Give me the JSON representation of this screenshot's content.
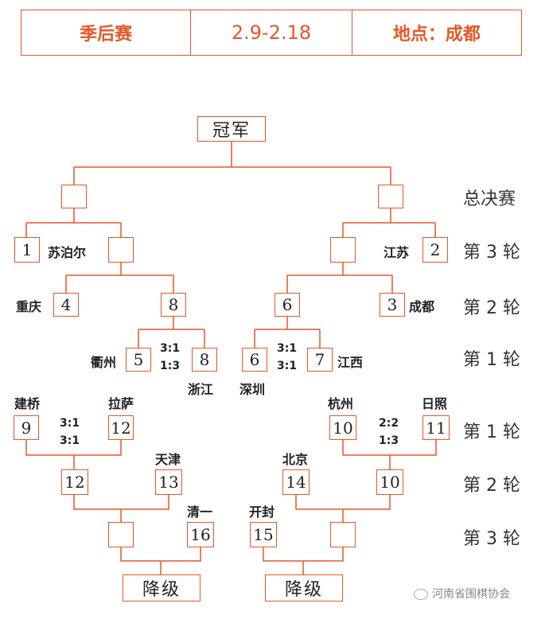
{
  "header": {
    "title": "季后赛",
    "dates": "2.9-2.18",
    "location": "地点：成都"
  },
  "rounds": {
    "final": "总决赛",
    "r3": "第 3 轮",
    "r2": "第 2 轮",
    "r1": "第 1 轮"
  },
  "bracket": {
    "champion": "冠军",
    "upper": {
      "left": {
        "r3_seed": "1",
        "r3_team": "苏泊尔",
        "r2_left_seed": "4",
        "r2_left_team": "重庆",
        "r2_right_seed": "8",
        "r1_left_seed": "5",
        "r1_left_team": "衢州",
        "r1_right_seed": "8",
        "r1_right_team": "浙江",
        "r1_score_1": "3:1",
        "r1_score_2": "1:3"
      },
      "right": {
        "r3_seed": "2",
        "r3_team": "江苏",
        "r2_left_seed": "6",
        "r2_right_seed": "3",
        "r2_right_team": "成都",
        "r1_left_seed": "6",
        "r1_left_team": "深圳",
        "r1_right_seed": "7",
        "r1_right_team": "江西",
        "r1_score_1": "3:1",
        "r1_score_2": "3:1"
      }
    },
    "lower": {
      "left": {
        "r1_left_seed": "9",
        "r1_left_team": "建桥",
        "r1_right_seed": "12",
        "r1_right_team": "拉萨",
        "r1_score_1": "3:1",
        "r1_score_2": "3:1",
        "r2_left_seed": "12",
        "r2_right_seed": "13",
        "r2_right_team": "天津",
        "r3_seed": "16",
        "r3_team": "清一",
        "relegation": "降级"
      },
      "right": {
        "r1_left_seed": "10",
        "r1_left_team": "杭州",
        "r1_right_seed": "11",
        "r1_right_team": "日照",
        "r1_score_1": "2:2",
        "r1_score_2": "1:3",
        "r2_left_seed": "14",
        "r2_left_team": "北京",
        "r2_right_seed": "10",
        "r3_seed": "15",
        "r3_team": "开封",
        "relegation": "降级"
      }
    }
  },
  "watermark": "河南省围棋协会",
  "colors": {
    "accent": "#e8572a",
    "line": "#e8572a"
  }
}
